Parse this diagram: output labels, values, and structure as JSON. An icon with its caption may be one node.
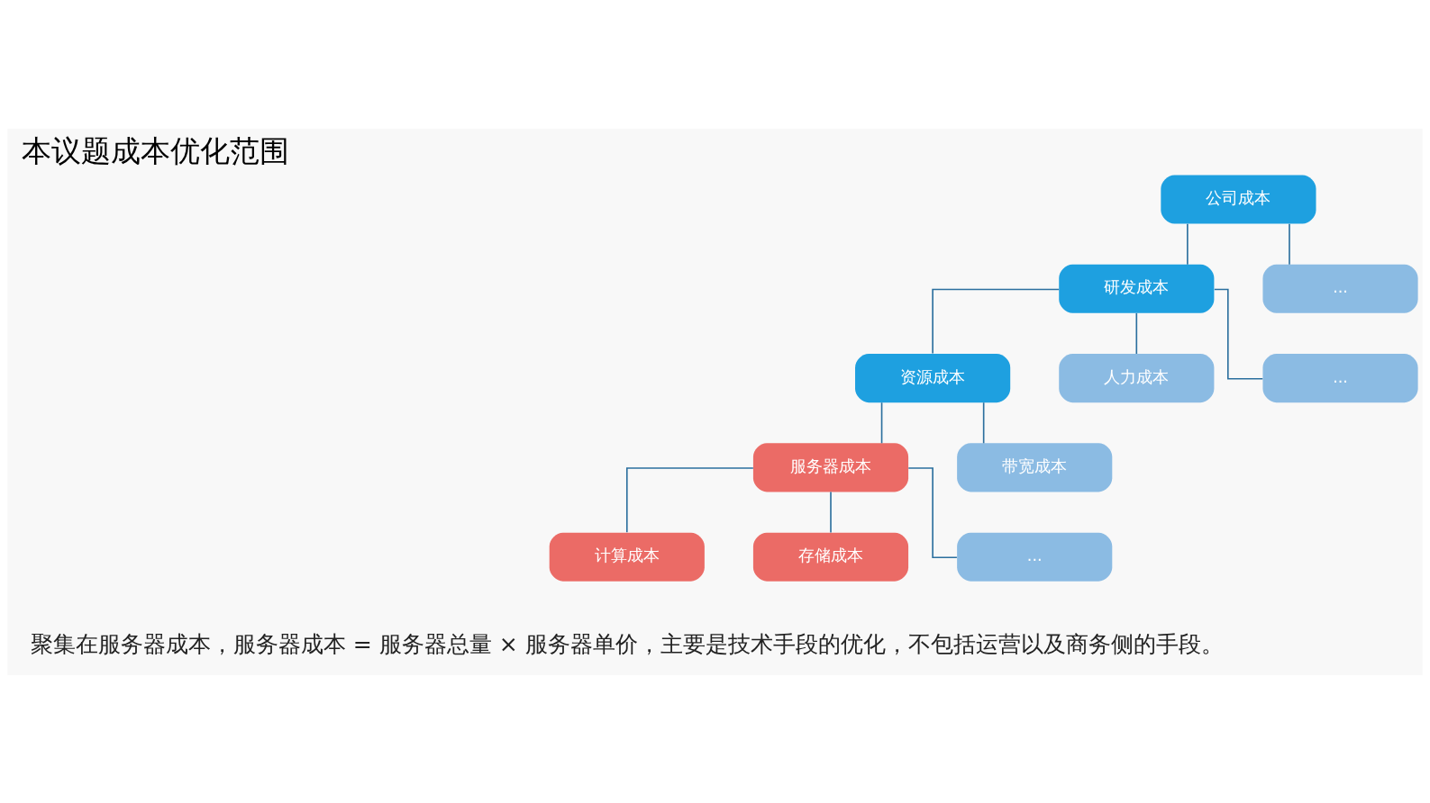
{
  "diagram": {
    "title": "本议题成本优化范围",
    "nodes": [
      {
        "text": [
          "公司成本"
        ]
      },
      {
        "text": [
          "研发成本"
        ]
      },
      {
        "text": [
          "..."
        ]
      },
      {
        "text": [
          "资源成本"
        ]
      },
      {
        "text": [
          "人力成本"
        ]
      },
      {
        "text": [
          "..."
        ]
      },
      {
        "text": [
          "服务器成本"
        ]
      },
      {
        "text": [
          "带宽成本"
        ]
      },
      {
        "text": [
          "计算成本"
        ]
      },
      {
        "text": [
          "存储成本"
        ]
      },
      {
        "text": [
          "..."
        ]
      }
    ],
    "edges": [
      {
        "from": 0,
        "to": 1,
        "arrow": "none"
      },
      {
        "from": 0,
        "to": 2,
        "arrow": "none"
      },
      {
        "from": 1,
        "to": 3,
        "arrow": "none"
      },
      {
        "from": 1,
        "to": 4,
        "arrow": "none"
      },
      {
        "from": 1,
        "to": 5,
        "arrow": "none"
      },
      {
        "from": 3,
        "to": 6,
        "arrow": "none"
      },
      {
        "from": 3,
        "to": 7,
        "arrow": "none"
      },
      {
        "from": 6,
        "to": 8,
        "arrow": "none"
      },
      {
        "from": 6,
        "to": 9,
        "arrow": "none"
      },
      {
        "from": 6,
        "to": 10,
        "arrow": "none"
      }
    ],
    "labels": [
      "聚集在服务器成本，服务器成本 = 服务器总量 × 服务器单价，主要是技术手段的优化，不包括运营以及商务侧的手段。"
    ]
  }
}
